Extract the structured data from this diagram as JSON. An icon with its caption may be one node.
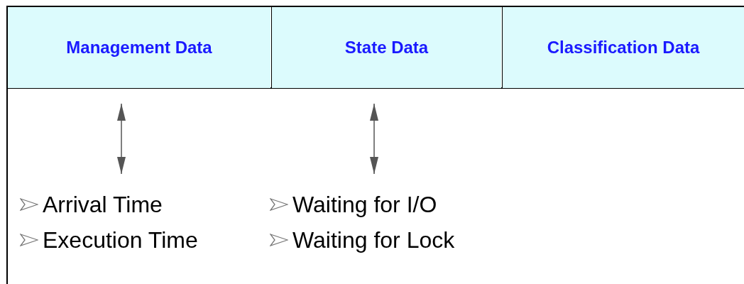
{
  "diagram": {
    "nodes": [
      {
        "text": [
          "Management Data"
        ]
      },
      {
        "text": [
          "State Data"
        ]
      },
      {
        "text": [
          "Classification Data"
        ]
      },
      {
        "text": [
          "Arrival Time",
          "Execution Time"
        ]
      },
      {
        "text": [
          "Waiting for I/O",
          "Waiting for Lock"
        ]
      }
    ],
    "edges": [
      {
        "from": 0,
        "to": 3,
        "arrow": "both"
      },
      {
        "from": 1,
        "to": 4,
        "arrow": "both"
      }
    ]
  }
}
